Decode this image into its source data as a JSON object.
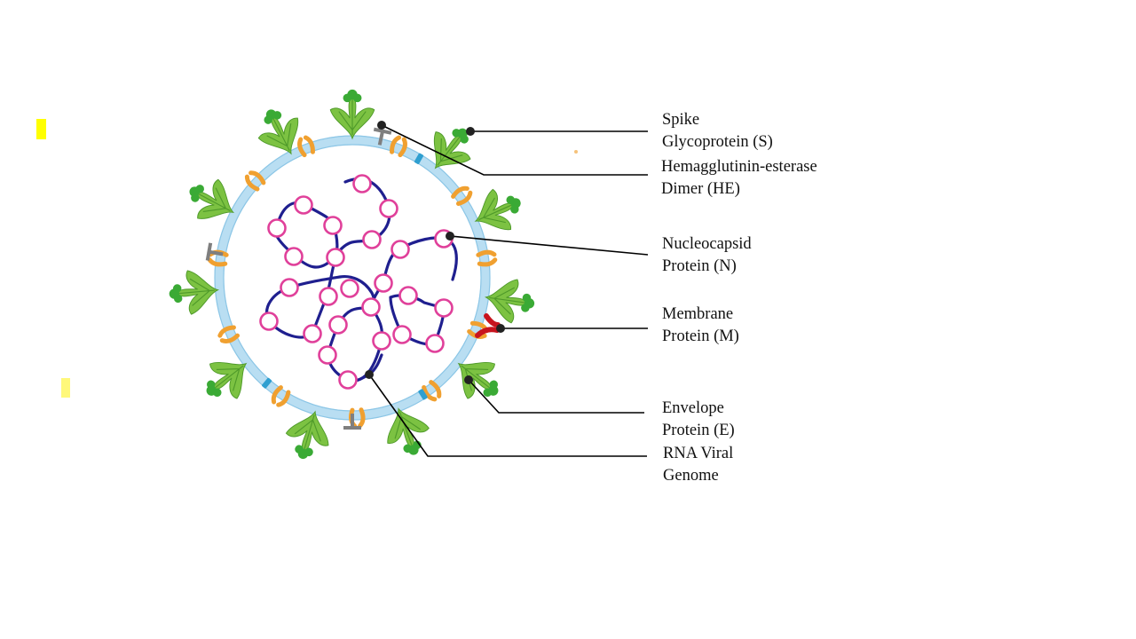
{
  "labels": {
    "spike_line1": "Spike",
    "spike_line2": "Glycoprotein  (S)",
    "he_line1": "Hemagglutinin-esterase",
    "he_line2": "Dimer (HE)",
    "n_line1": "Nucleocapsid",
    "n_line2": "Protein (N)",
    "m_line1": "Membrane",
    "m_line2": "Protein (M)",
    "e_line1": "Envelope",
    "e_line2": "Protein (E)",
    "rna_line1": "RNA Viral",
    "rna_line2": "Genome"
  },
  "colors": {
    "envelope": "#b9def2",
    "envelope_edge": "#8cc6e6",
    "spike": "#7cc242",
    "spike_dark": "#4f9a2a",
    "spike_tip": "#3aaa35",
    "he_dimer": "#f0a030",
    "membrane_protein": "#c8141e",
    "envelope_protein": "#2f9fd0",
    "t_marker": "#7f7f7f",
    "rna": "#1f1f8f",
    "nucleocapsid": "#e0409a",
    "leader": "#000000",
    "highlight": "#ffff00"
  }
}
